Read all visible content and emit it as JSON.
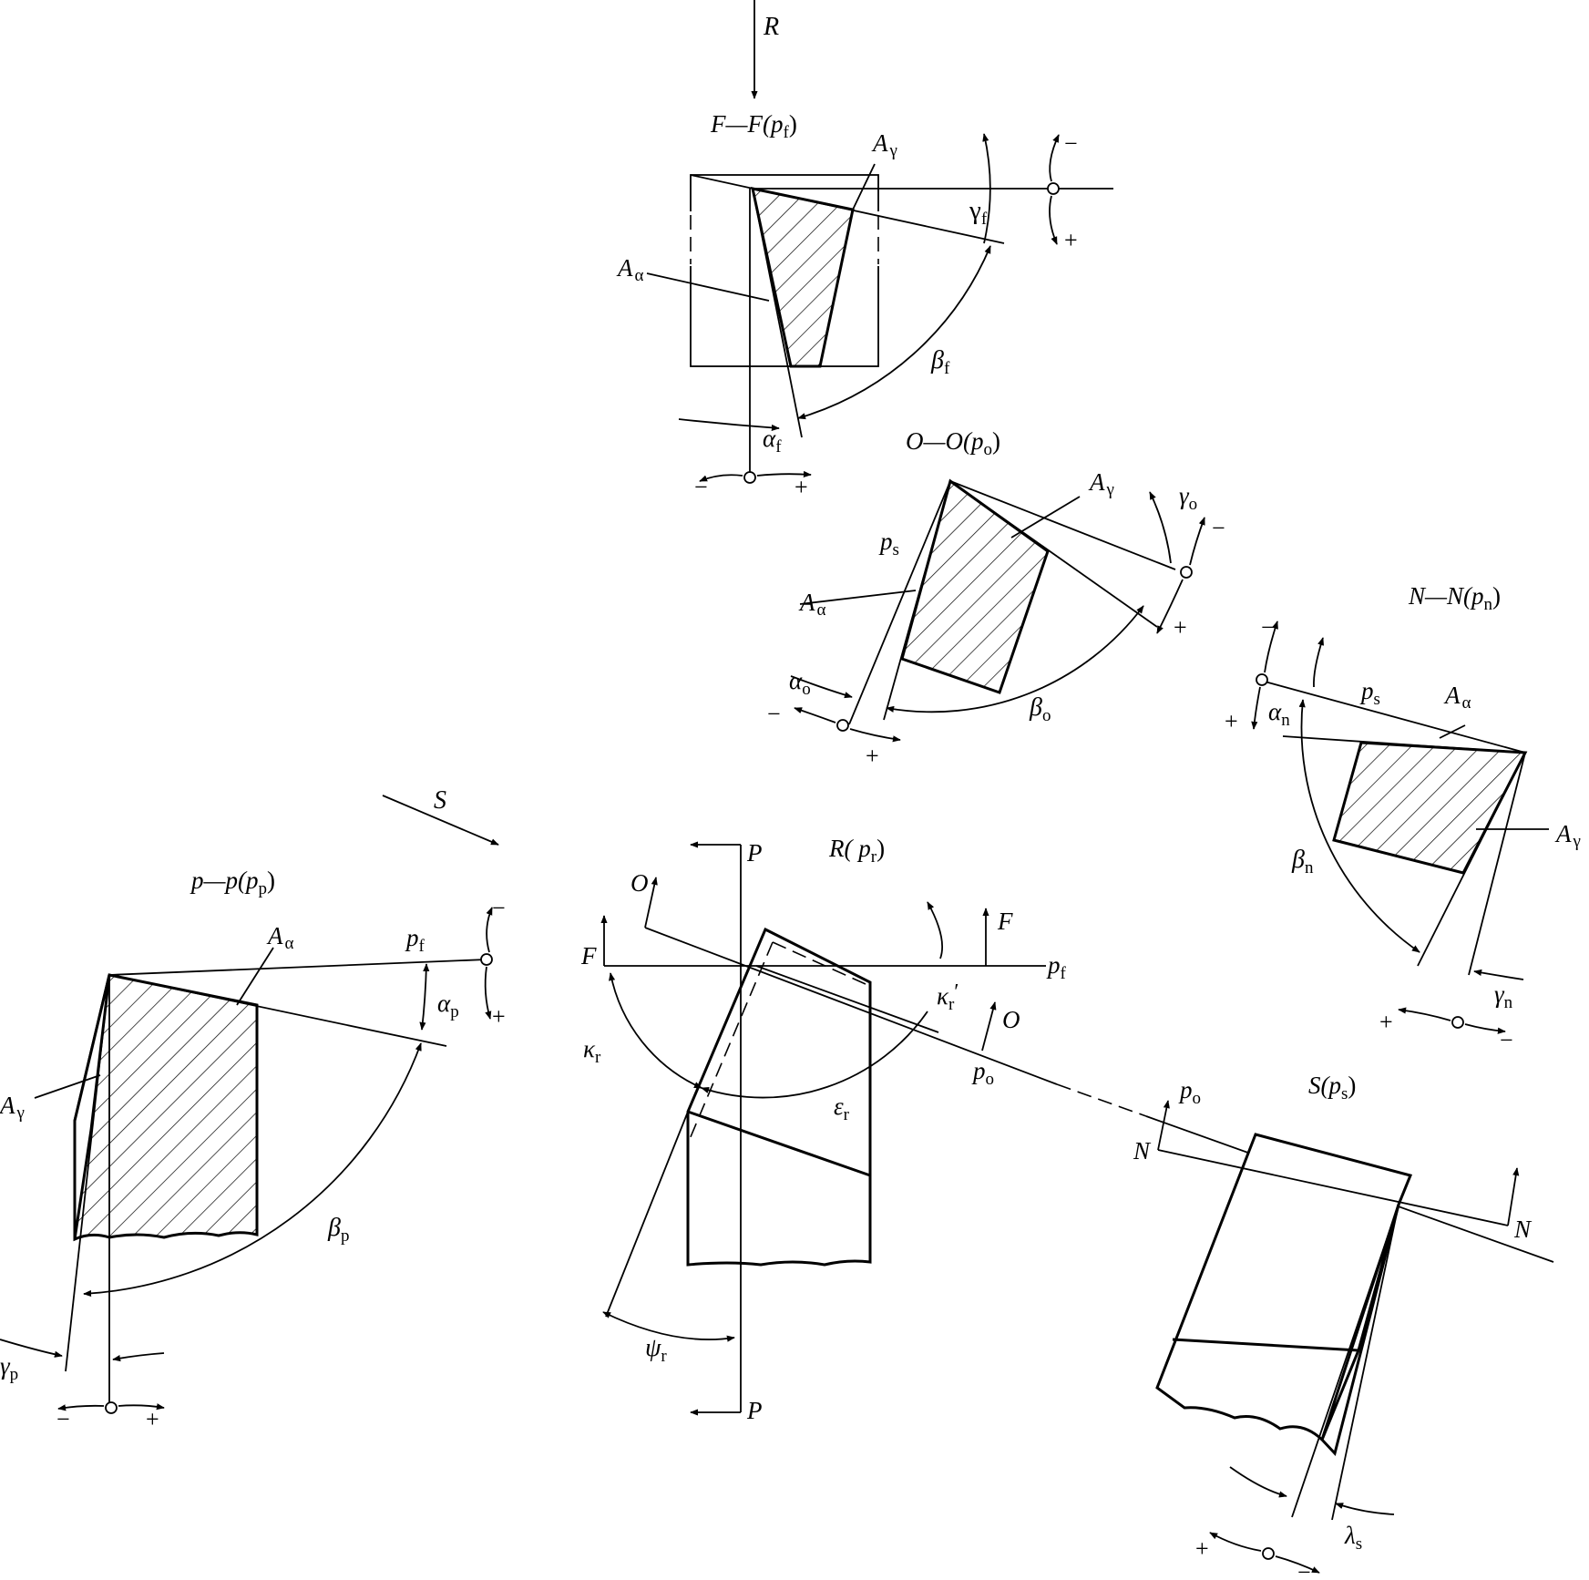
{
  "labels": {
    "R": "R",
    "S": "S",
    "P_top": "P",
    "P_bottom": "P",
    "O_left": "O",
    "O_right": "O",
    "F_left": "F",
    "F_right": "F",
    "N_left": "N",
    "N_right": "N",
    "A_gamma": "A",
    "A_alpha": "A",
    "gamma": "γ",
    "alpha": "α",
    "beta": "β",
    "kappa": "κ",
    "epsilon": "ε",
    "psi": "ψ",
    "lambda": "λ",
    "plane_p": "p",
    "sub_f": "f",
    "sub_o": "o",
    "sub_n": "n",
    "sub_p": "p",
    "sub_s": "s",
    "sub_r": "r",
    "prime": "′",
    "plus": "+",
    "minus": "−"
  },
  "views": {
    "ff_title": "F—F(p",
    "oo_title": "O—O(p",
    "nn_title": "N—N(p",
    "pp_title": "p—p(p",
    "r_title": "R( p",
    "s_title": "S(p",
    "close_paren": ")"
  }
}
